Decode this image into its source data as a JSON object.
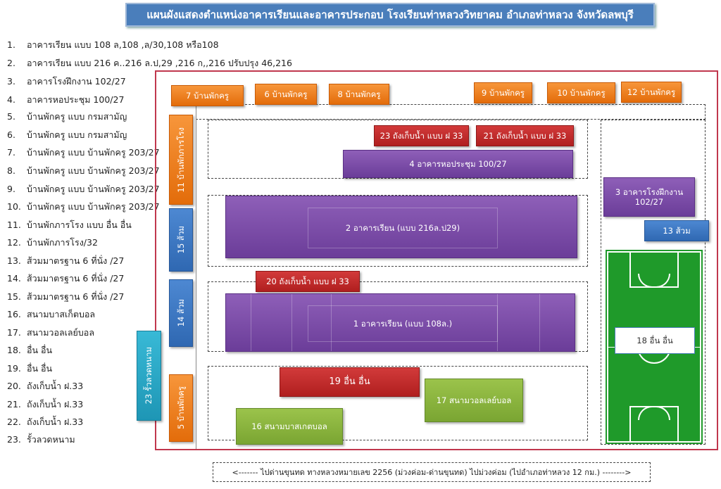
{
  "title": "แผนผังแสดงตำแหน่งอาคารเรียนและอาคารประกอบ โรงเรียนท่าหลวงวิทยาคม อำเภอท่าหลวง จังหวัดลพบุรี",
  "legend": [
    {
      "num": "1.",
      "text": "อาคารเรียน แบบ 108 ล,108 ,ล/30,108 หรือ108"
    },
    {
      "num": "2.",
      "text": "อาคารเรียน แบบ 216 ค..216 ล.ป,29 ,216 ก,,216 ปรับปรุง 46,216"
    },
    {
      "num": "3.",
      "text": "อาคารโรงฝึกงาน 102/27"
    },
    {
      "num": "4.",
      "text": "อาคารหอประชุม 100/27"
    },
    {
      "num": "5.",
      "text": "บ้านพักครู แบบ กรมสามัญ"
    },
    {
      "num": "6.",
      "text": "บ้านพักครู แบบ กรมสามัญ"
    },
    {
      "num": "7.",
      "text": "บ้านพักครู แบบ บ้านพักครู 203/27"
    },
    {
      "num": "8.",
      "text": "บ้านพักครู แบบ บ้านพักครู 203/27"
    },
    {
      "num": "9.",
      "text": "บ้านพักครู แบบ บ้านพักครู 203/27"
    },
    {
      "num": "10.",
      "text": "บ้านพักครู แบบ บ้านพักครู 203/27"
    },
    {
      "num": "11.",
      "text": "บ้านพักภารโรง แบบ อื่น อื่น"
    },
    {
      "num": "12.",
      "text": "บ้านพักภารโรง/32"
    },
    {
      "num": "13.",
      "text": "ส้วมมาตรฐาน 6 ที่นั่ง /27"
    },
    {
      "num": "14.",
      "text": "ส้วมมาตรฐาน 6 ที่นั่ง /27"
    },
    {
      "num": "15.",
      "text": "ส้วมมาตรฐาน 6 ที่นั่ง /27"
    },
    {
      "num": "16.",
      "text": "สนามบาสเก็ตบอล"
    },
    {
      "num": "17.",
      "text": "สนามวอลเลย์บอล"
    },
    {
      "num": "18.",
      "text": "อื่น อื่น"
    },
    {
      "num": "19.",
      "text": "อื่น อื่น"
    },
    {
      "num": "20.",
      "text": "ถังเก็บน้ำ ฝ.33"
    },
    {
      "num": "21.",
      "text": "ถังเก็บน้ำ ฝ.33"
    },
    {
      "num": "22.",
      "text": "ถังเก็บน้ำ ฝ.33"
    },
    {
      "num": "23.",
      "text": "รั้วลวดหนาม"
    }
  ],
  "map": {
    "house7": "7 บ้านพักครู",
    "house6": "6 บ้านพักครู",
    "house8": "8 บ้านพักครู",
    "house9": "9 บ้านพักครู",
    "house10": "10 บ้านพักครู",
    "house12": "12 บ้านพักครู",
    "house11": "11 บ้านพักภารโรง",
    "toilet15": "15 ส้วม",
    "toilet14": "14 ส้วม",
    "toilet13": "13 ส้วม",
    "fence23": "23 รั้วลวดหนาม",
    "house5": "5 บ้านพักครู",
    "tank23": "23 ถังเก็บน้ำ แบบ ฝ 33",
    "tank21": "21 ถังเก็บน้ำ แบบ ฝ 33",
    "tank20": "20 ถังเก็บน้ำ แบบ ฝ 33",
    "hall4": "4 อาคารหอประชุม 100/27",
    "workshop3": "3 อาคารโรงฝึกงาน 102/27",
    "building2": "2 อาคารเรียน (แบบ 216ล.ป29)",
    "building1": "1 อาคารเรียน (แบบ 108ล.)",
    "other19": "19 อื่น อื่น",
    "volleyball17": "17 สนามวอลเลย์บอล",
    "basketball16": "16 สนามบาสเกตบอล",
    "other18": "18 อื่น อื่น"
  },
  "road": "<------- ไปด่านขุนทด ทางหลวงหมายเลข 2256 (ม่วงค่อม-ด่านขุนทด) ไปม่วงค่อม (ไปอำเภอท่าหลวง 12 กม.) -------->",
  "colors": {
    "orange": "#e36c0a",
    "purple": "#6b3d99",
    "red": "#b01f1f",
    "blue": "#2f68b2",
    "green": "#7aa532",
    "teal": "#1e96b5",
    "field": "#1f9a2a",
    "boundary": "#c0374d",
    "title_bg": "#4a7ebb"
  }
}
